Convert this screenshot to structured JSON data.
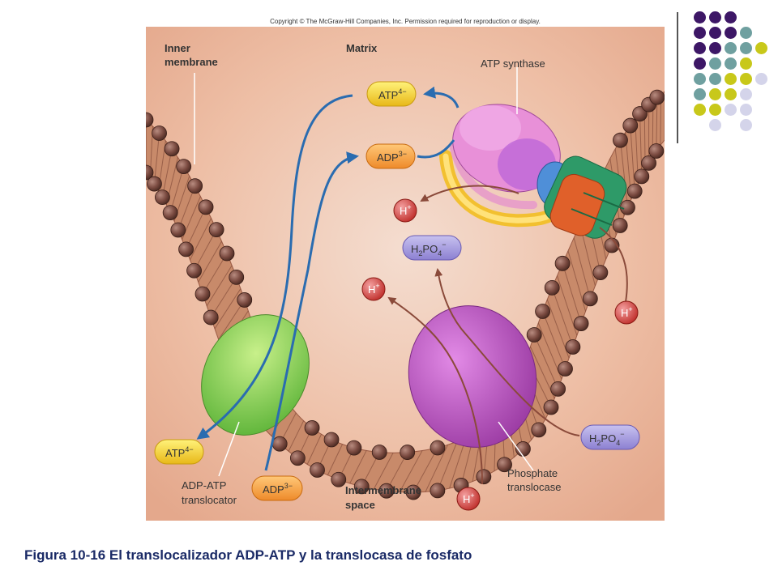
{
  "copyright": "Copyright © The McGraw-Hill Companies, Inc. Permission required for reproduction or display.",
  "caption": "Figura 10-16 El translocalizador ADP-ATP y la translocasa de fosfato",
  "labels": {
    "inner_membrane_1": "Inner",
    "inner_membrane_2": "membrane",
    "matrix": "Matrix",
    "atp_synthase": "ATP synthase",
    "adp_atp_1": "ADP-ATP",
    "adp_atp_2": "translocator",
    "intermembrane_1": "Intermembrane",
    "intermembrane_2": "space",
    "phosphate_1": "Phosphate",
    "phosphate_2": "translocase"
  },
  "molecules": {
    "atp": "ATP",
    "atp_charge": "4−",
    "adp": "ADP",
    "adp_charge": "3−",
    "proton": "H",
    "proton_charge": "+",
    "phosphate_h": "H",
    "phosphate_2": "2",
    "phosphate_po": "PO",
    "phosphate_4": "4",
    "phosphate_charge": "−"
  },
  "colors": {
    "purple": "#3d1766",
    "teal": "#6fa0a0",
    "olive": "#c8c81a",
    "lavender": "#d4d4ea"
  },
  "dot_grid": [
    [
      "purple",
      "purple",
      "purple",
      "",
      "",
      ""
    ],
    [
      "purple",
      "purple",
      "purple",
      "teal",
      "",
      ""
    ],
    [
      "purple",
      "purple",
      "teal",
      "teal",
      "olive",
      ""
    ],
    [
      "purple",
      "teal",
      "teal",
      "olive",
      "",
      ""
    ],
    [
      "teal",
      "teal",
      "olive",
      "olive",
      "lavender",
      ""
    ],
    [
      "teal",
      "olive",
      "olive",
      "lavender",
      "",
      ""
    ],
    [
      "olive",
      "olive",
      "lavender",
      "lavender",
      "",
      ""
    ],
    [
      "",
      "lavender",
      "",
      "lavender",
      "",
      ""
    ]
  ]
}
